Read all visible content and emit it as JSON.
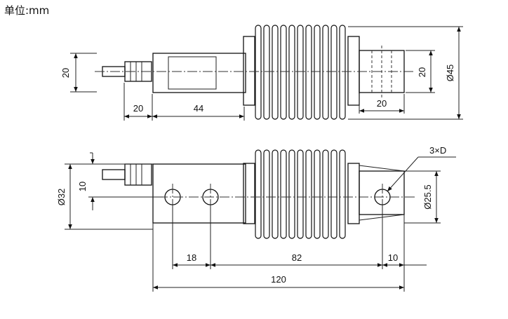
{
  "unit_label": "单位:mm",
  "top_view": {
    "dim_height_left": "20",
    "dim_cable": "20",
    "dim_body": "44",
    "dim_mount_width": "20",
    "dim_mount_height": "20",
    "dim_bellows_diameter": "Ø45"
  },
  "bottom_view": {
    "dim_body_diameter": "Ø32",
    "dim_hole_offset": "10",
    "dim_hole_pitch": "18",
    "dim_hole_span": "82",
    "dim_end_offset": "10",
    "dim_total_length": "120",
    "dim_mount_diameter": "Ø25.5",
    "hole_callout": "3×D"
  }
}
